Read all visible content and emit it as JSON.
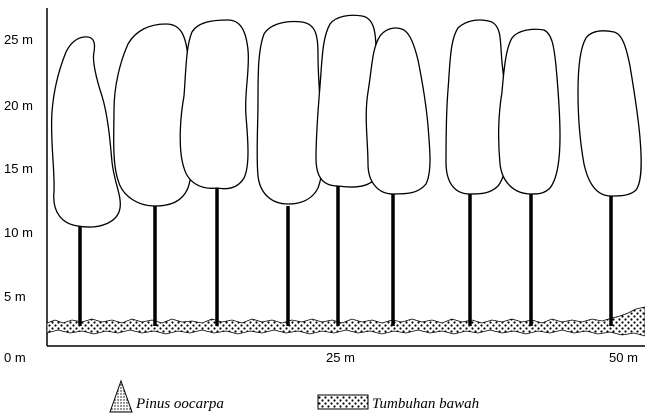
{
  "y_axis": {
    "ticks": [
      "25 m",
      "20 m",
      "15 m",
      "10 m",
      "5 m",
      "0 m"
    ]
  },
  "x_axis": {
    "ticks": [
      "25 m",
      "50 m"
    ]
  },
  "legend": [
    {
      "label": "Pinus oocarpa",
      "symbol": "tree-icon"
    },
    {
      "label": "Tumbuhan bawah",
      "symbol": "stipple-swatch"
    }
  ],
  "trees": [
    {
      "position_m": 3
    },
    {
      "position_m": 9.5
    },
    {
      "position_m": 14.5
    },
    {
      "position_m": 20.5
    },
    {
      "position_m": 25.5
    },
    {
      "position_m": 30
    },
    {
      "position_m": 36
    },
    {
      "position_m": 41
    },
    {
      "position_m": 46.5
    }
  ]
}
